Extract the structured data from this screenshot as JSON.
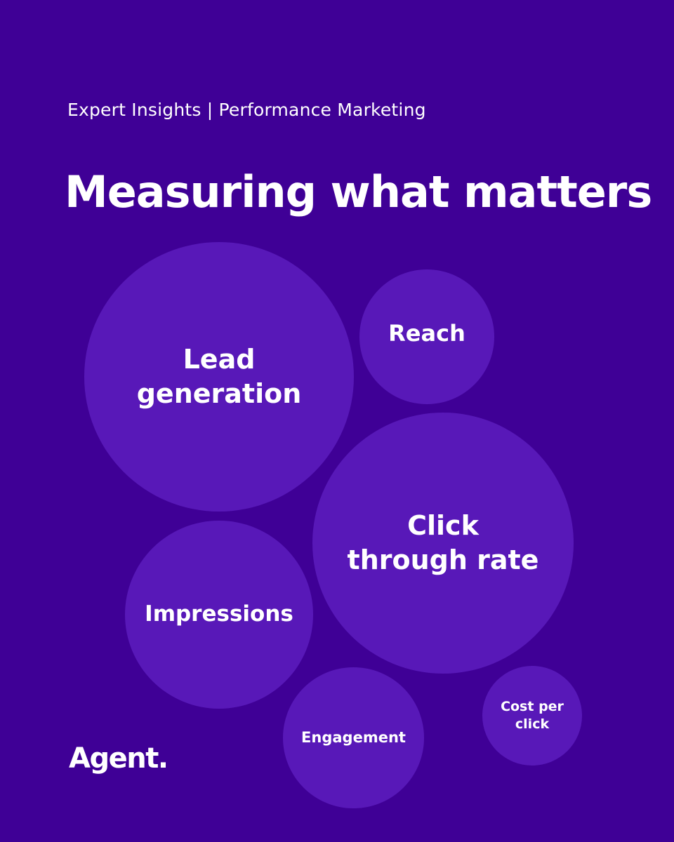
{
  "theme": {
    "background": "#3f0096",
    "bubble": "#5818b8",
    "text": "#ffffff"
  },
  "header": {
    "eyebrow": "Expert Insights | Performance Marketing",
    "title": "Measuring what matters"
  },
  "bubbles": [
    {
      "label": "Lead\ngeneration"
    },
    {
      "label": "Reach"
    },
    {
      "label": "Click\nthrough rate"
    },
    {
      "label": "Impressions"
    },
    {
      "label": "Engagement"
    },
    {
      "label": "Cost per\nclick"
    }
  ],
  "brand": {
    "logo_text": "Agent."
  }
}
